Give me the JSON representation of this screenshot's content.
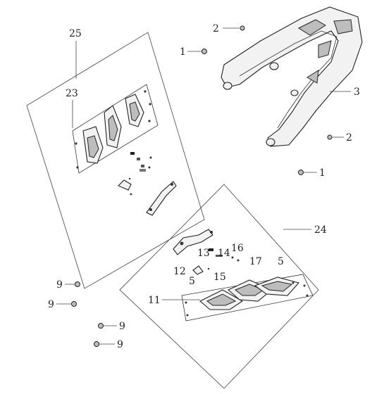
{
  "callouts": {
    "c25": "25",
    "c23": "23",
    "c2a": "2",
    "c1a": "1",
    "c3": "3",
    "c2b": "2",
    "c1b": "1",
    "c24": "24",
    "c13": "13",
    "c14": "14",
    "c16": "16",
    "c12": "12",
    "c5a": "5",
    "c15": "15",
    "c17": "17",
    "c5b": "5",
    "c11": "11",
    "c9a": "9",
    "c9b": "9",
    "c9c": "9",
    "c9d": "9"
  }
}
